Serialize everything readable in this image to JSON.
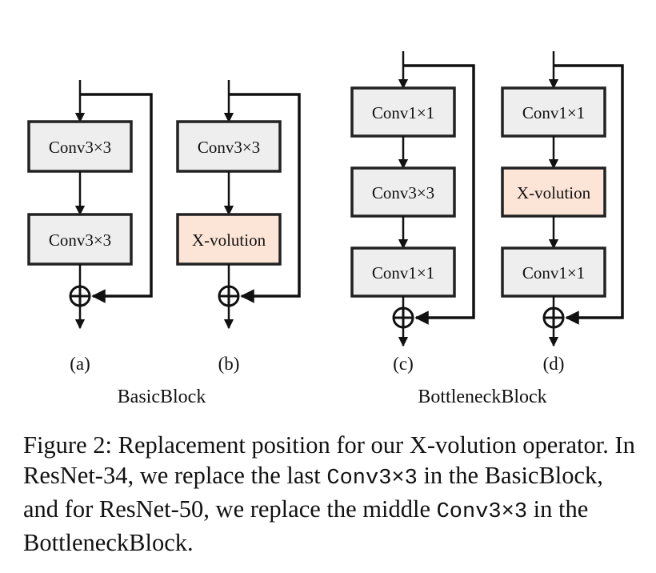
{
  "diagram": {
    "panels": [
      {
        "sublabel": "(a)",
        "blocks": [
          {
            "label": "Conv3×3",
            "kind": "plain"
          },
          {
            "label": "Conv3×3",
            "kind": "plain"
          }
        ]
      },
      {
        "sublabel": "(b)",
        "blocks": [
          {
            "label": "Conv3×3",
            "kind": "plain"
          },
          {
            "label": "X-volution",
            "kind": "xvolution"
          }
        ]
      },
      {
        "sublabel": "(c)",
        "blocks": [
          {
            "label": "Conv1×1",
            "kind": "plain"
          },
          {
            "label": "Conv3×3",
            "kind": "plain"
          },
          {
            "label": "Conv1×1",
            "kind": "plain"
          }
        ]
      },
      {
        "sublabel": "(d)",
        "blocks": [
          {
            "label": "Conv1×1",
            "kind": "plain"
          },
          {
            "label": "X-volution",
            "kind": "xvolution"
          },
          {
            "label": "Conv1×1",
            "kind": "plain"
          }
        ]
      }
    ],
    "groups": [
      "BasicBlock",
      "BottleneckBlock"
    ],
    "colors": {
      "plain_block": "#eeeeee",
      "xvolution_block": "#fce4d6",
      "stroke": "#222222"
    }
  },
  "caption": {
    "p1": "Figure 2: Replacement position for our X-volution operator. In ResNet-34, we replace the last ",
    "code1": "Conv3×3",
    "p2": " in the BasicBlock, and for ResNet-50, we replace the middle ",
    "code2": "Conv3×3",
    "p3": " in the BottleneckBlock."
  }
}
